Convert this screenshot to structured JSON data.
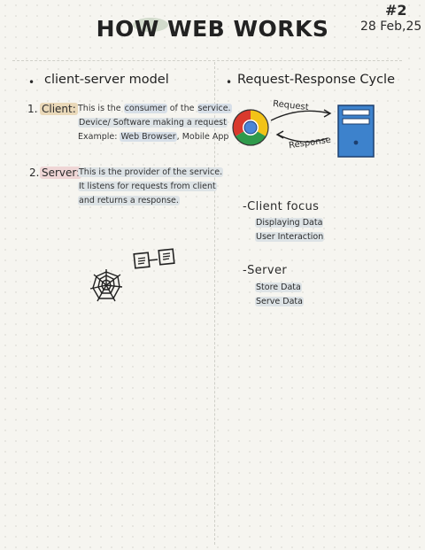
{
  "header": {
    "title": "HOW WEB WORKS",
    "note_number": "#2",
    "date": "28 Feb,25"
  },
  "left": {
    "bullet": "•",
    "heading": "client-server model",
    "items": [
      {
        "number": "1.",
        "label": "Client:",
        "lines": [
          [
            "This is the ",
            "consumer",
            " of the ",
            "service."
          ],
          [
            "Device/ Software making a request"
          ],
          [
            "Example: ",
            "Web Browser",
            ", Mobile App"
          ]
        ]
      },
      {
        "number": "2.",
        "label": "Server:",
        "lines": [
          [
            "This is the provider of the service."
          ],
          [
            "It listens for requests from client"
          ],
          [
            "and returns a response."
          ]
        ]
      }
    ]
  },
  "right": {
    "bullet": "•",
    "heading": "Request-Response Cycle",
    "arrow_top_label": "Request",
    "arrow_bottom_label": "Response",
    "client_focus": {
      "title": "-Client focus",
      "items": [
        "Displaying Data",
        "User Interaction"
      ]
    },
    "server_focus": {
      "title": "-Server",
      "items": [
        "Store Data",
        "Serve Data"
      ]
    }
  },
  "icons": {
    "browser": "chrome-browser-icon",
    "server": "server-tower-icon",
    "web": "spider-web-icon",
    "linked_docs": "linked-documents-icon"
  },
  "colors": {
    "highlight_blue": "#d7dfe8",
    "highlight_tan": "#ead9b9",
    "highlight_pink": "#efd6d6",
    "server_blue": "#3d82cc",
    "chrome_red": "#d93a2d",
    "chrome_yellow": "#f2c318",
    "chrome_green": "#2f9a4b",
    "chrome_blue": "#4a86d8"
  }
}
